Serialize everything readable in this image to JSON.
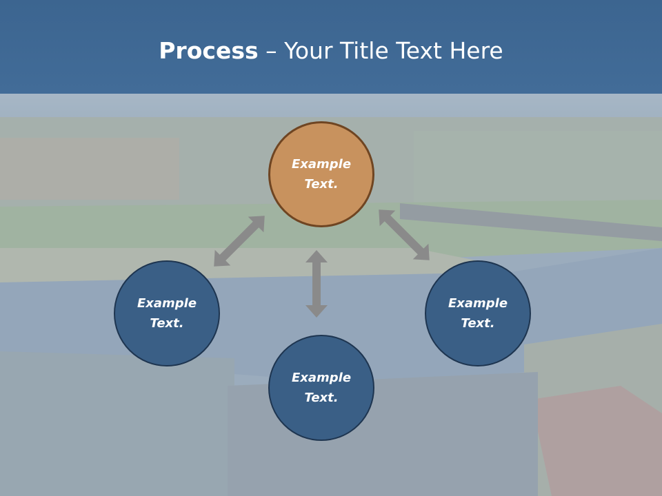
{
  "slide": {
    "title_bold": "Process",
    "title_rest": " – Your Title Text Here"
  },
  "colors": {
    "header": "#3f6893",
    "node_blue": "#3a5f86",
    "node_orange": "#c8925e",
    "arrow": "#8a8a8a"
  },
  "diagram": {
    "nodes": [
      {
        "label": "Example Text.",
        "color": "orange",
        "position": "top"
      },
      {
        "label": "Example Text.",
        "color": "blue",
        "position": "left"
      },
      {
        "label": "Example Text.",
        "color": "blue",
        "position": "right"
      },
      {
        "label": "Example Text.",
        "color": "blue",
        "position": "bottom"
      }
    ],
    "connectors": [
      "top-left",
      "top-right",
      "top-bottom"
    ]
  }
}
